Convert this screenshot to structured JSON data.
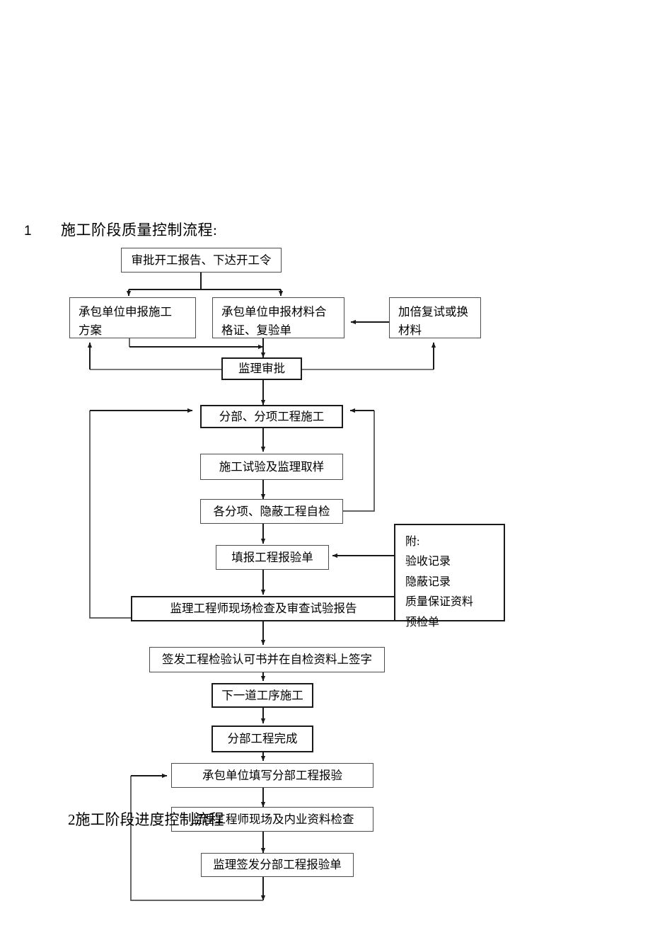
{
  "document": {
    "sections": [
      {
        "number": "1",
        "title": "施工阶段质量控制流程:"
      },
      {
        "number": "2",
        "title": "施工阶段进度控制流程"
      }
    ]
  },
  "flowchart": {
    "type": "flowchart",
    "title": "施工阶段质量控制流程",
    "nodes": [
      {
        "id": "n1",
        "label": "审批开工报告、下达开工令"
      },
      {
        "id": "n2",
        "label_lines": [
          "承包单位申报施工",
          "方案"
        ]
      },
      {
        "id": "n3",
        "label_lines": [
          "承包单位申报材料合",
          "格证、复验单"
        ]
      },
      {
        "id": "n4",
        "label_lines": [
          "加倍复试或换",
          "材料"
        ]
      },
      {
        "id": "n5",
        "label": "监理审批"
      },
      {
        "id": "n6",
        "label": "分部、分项工程施工"
      },
      {
        "id": "n7",
        "label": "施工试验及监理取样"
      },
      {
        "id": "n8",
        "label": "各分项、隐蔽工程自检"
      },
      {
        "id": "n9",
        "label": "填报工程报验单"
      },
      {
        "id": "n10",
        "label": "监理工程师现场检查及审查试验报告"
      },
      {
        "id": "n11",
        "label": "签发工程检验认可书并在自检资料上签字"
      },
      {
        "id": "n12",
        "label": "下一道工序施工"
      },
      {
        "id": "n13",
        "label": "分部工程完成"
      },
      {
        "id": "n14",
        "label": "承包单位填写分部工程报验"
      },
      {
        "id": "n15",
        "label": "监理工程师现场及内业资料检查"
      },
      {
        "id": "n16",
        "label": "监理签发分部工程报验单"
      },
      {
        "id": "note",
        "label_lines": [
          "附:",
          "验收记录",
          "隐蔽记录",
          "质量保证资料",
          "预检单"
        ]
      }
    ],
    "edges": [
      {
        "from": "n1",
        "to": "n2"
      },
      {
        "from": "n1",
        "to": "n3"
      },
      {
        "from": "n4",
        "to": "n3"
      },
      {
        "from": "n2",
        "to": "n5"
      },
      {
        "from": "n3",
        "to": "n5"
      },
      {
        "from": "n5",
        "to": "n2",
        "kind": "feedback"
      },
      {
        "from": "n5",
        "to": "n4",
        "kind": "feedback"
      },
      {
        "from": "n5",
        "to": "n6"
      },
      {
        "from": "n6",
        "to": "n7"
      },
      {
        "from": "n7",
        "to": "n8"
      },
      {
        "from": "n8",
        "to": "n6",
        "kind": "feedback"
      },
      {
        "from": "n8",
        "to": "n9"
      },
      {
        "from": "note",
        "to": "n9"
      },
      {
        "from": "n9",
        "to": "n10"
      },
      {
        "from": "n10",
        "to": "n6",
        "kind": "feedback"
      },
      {
        "from": "n10",
        "to": "n11"
      },
      {
        "from": "n11",
        "to": "n12"
      },
      {
        "from": "n12",
        "to": "n13"
      },
      {
        "from": "n13",
        "to": "n14"
      },
      {
        "from": "n14",
        "to": "n15"
      },
      {
        "from": "n15",
        "to": "n16"
      },
      {
        "from": "n16",
        "to": "n14",
        "kind": "feedback"
      }
    ],
    "colors": {
      "line": "#4d4d4d",
      "line_dark": "#1a1a1a",
      "box_fill": "#ffffff",
      "text": "#000000"
    }
  }
}
